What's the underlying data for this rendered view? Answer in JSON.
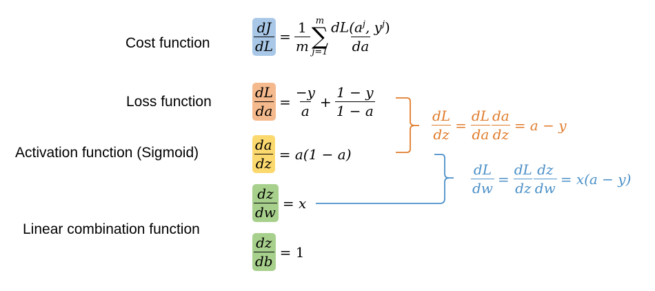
{
  "labels": {
    "cost": "Cost function",
    "loss": "Loss function",
    "activation": "Activation function (Sigmoid)",
    "linear": "Linear combination function"
  },
  "eq_cost": {
    "lhs_num": "dJ",
    "lhs_den": "dL",
    "eq": "=",
    "one": "1",
    "m": "m",
    "sum_top": "m",
    "sum_sym": "∑",
    "sum_bot": "j=1",
    "rhs_num": "dL(a",
    "sup1": "j",
    "comma": ", y",
    "sup2": "j",
    "close": ")",
    "rhs_den": "da"
  },
  "eq_loss": {
    "lhs_num": "dL",
    "lhs_den": "da",
    "eq": "=",
    "f1_num": "−y",
    "f1_den": "a",
    "plus": "+",
    "f2_num": "1 − y",
    "f2_den": "1 − a"
  },
  "eq_act": {
    "lhs_num": "da",
    "lhs_den": "dz",
    "rhs": "= a(1 − a)"
  },
  "eq_dzdw": {
    "lhs_num": "dz",
    "lhs_den": "dw",
    "rhs": "= x"
  },
  "eq_dzdb": {
    "lhs_num": "dz",
    "lhs_den": "db",
    "rhs": "= 1"
  },
  "eq_dLdz": {
    "lhs_num": "dL",
    "lhs_den": "dz",
    "eq": "=",
    "a_num": "dL",
    "a_den": "da",
    "b_num": "da",
    "b_den": "dz",
    "rhs": "= a − y"
  },
  "eq_dLdw": {
    "lhs_num": "dL",
    "lhs_den": "dw",
    "eq": "=",
    "a_num": "dL",
    "a_den": "dz",
    "b_num": "dz",
    "b_den": "dw",
    "rhs": "= x(a − y)"
  },
  "colors": {
    "blue_box": "#a9c8e8",
    "orange_box": "#f4b98c",
    "yellow_box": "#fcd96e",
    "green_box": "#a8d08d",
    "orange_text": "#e07b2a",
    "blue_text": "#4a8fc7"
  }
}
